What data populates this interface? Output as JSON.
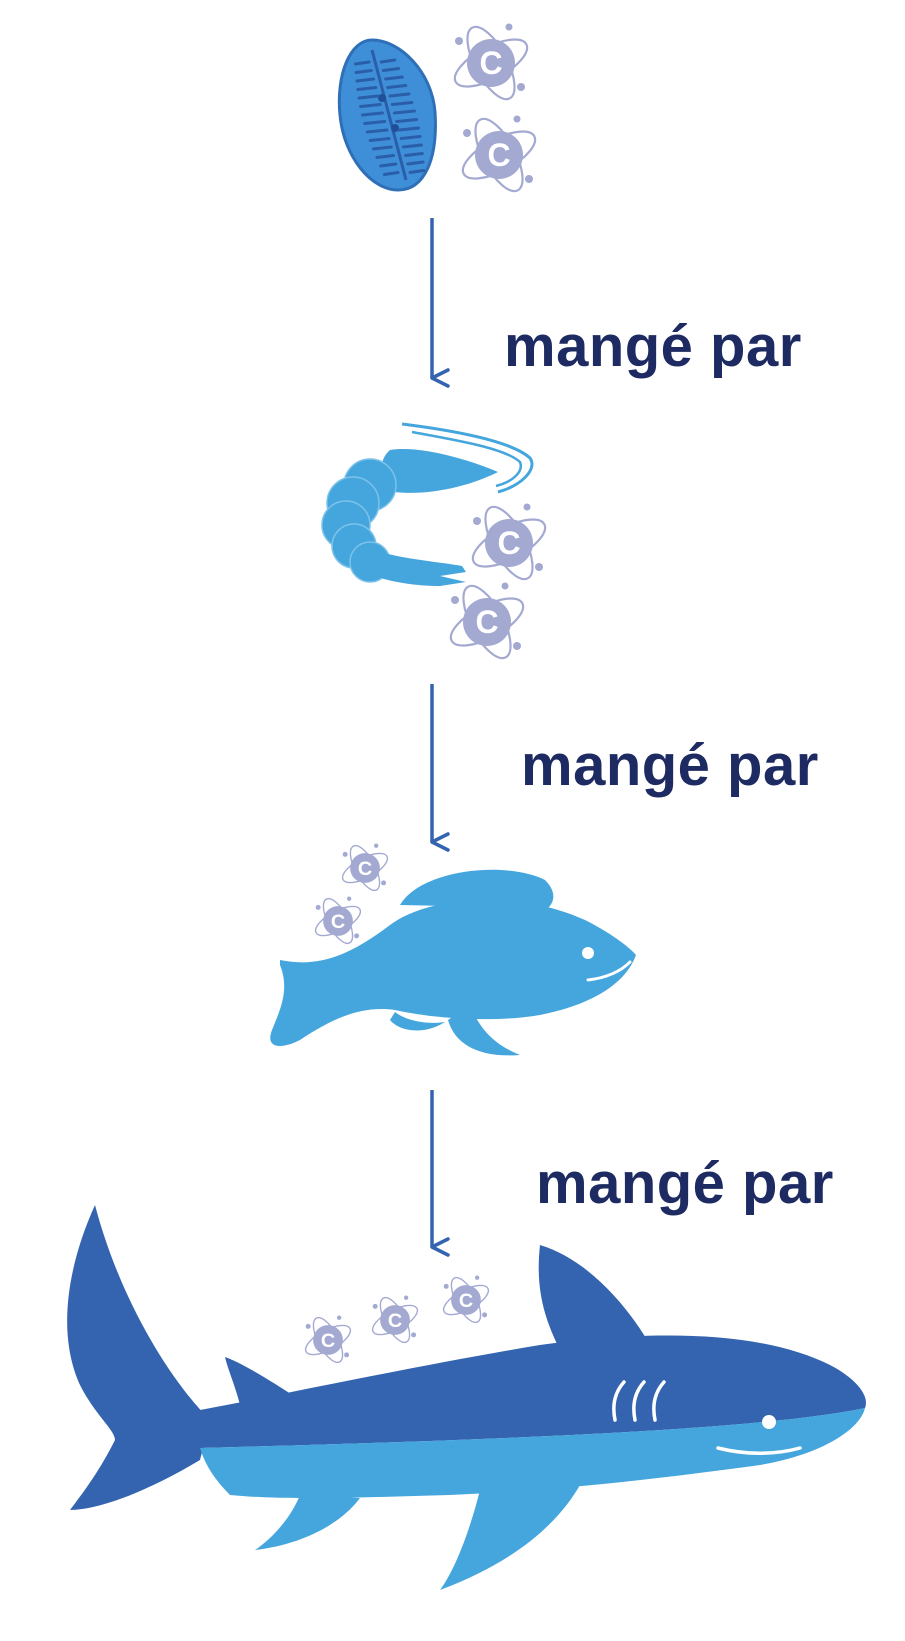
{
  "labels": {
    "step1": "mangé par",
    "step2": "mangé par",
    "step3": "mangé par"
  },
  "carbon_symbol": "C",
  "organisms": [
    {
      "name": "diatom",
      "carbon_count": 2
    },
    {
      "name": "shrimp",
      "carbon_count": 2
    },
    {
      "name": "fish",
      "carbon_count": 2
    },
    {
      "name": "shark",
      "carbon_count": 3
    }
  ],
  "colors": {
    "text": "#1d2b62",
    "arrow": "#3463b0",
    "light_blue": "#45a6dd",
    "dark_blue": "#3464b0",
    "diatom_blue": "#3e8fd8",
    "carbon": "#a3a9d1",
    "background": "#ffffff"
  }
}
